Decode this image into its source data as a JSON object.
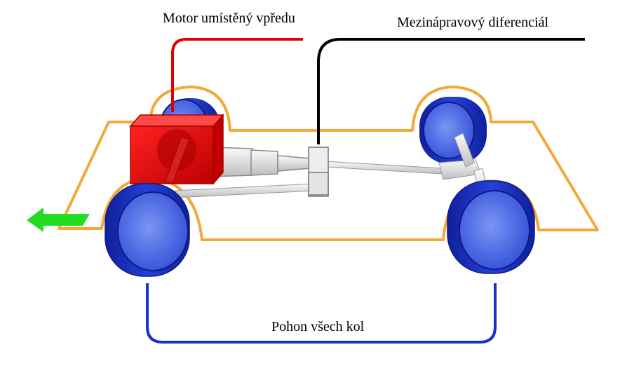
{
  "labels": {
    "engine": "Motor umístěný vpředu",
    "center_diff": "Mezinápravový diferenciál",
    "awd": "Pohon všech kol"
  },
  "colors": {
    "background": "#ffffff",
    "chassis_outline": "#f5a83a",
    "engine": "#e01010",
    "engine_leader": "#e00000",
    "diff_leader": "#000000",
    "awd_bracket": "#1a2fd0",
    "wheel_outer": "#1a2fb8",
    "wheel_inner": "#5a78e8",
    "shaft": "#e6e6e6",
    "direction_arrow": "#22dd22"
  },
  "icons": {
    "direction": "left-arrow-icon"
  }
}
